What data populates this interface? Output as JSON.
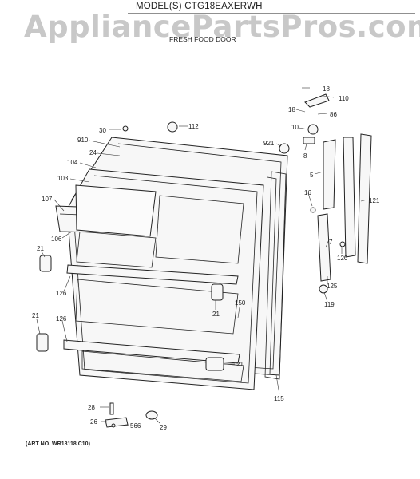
{
  "header": {
    "model_line": "MODEL(S) CTG18EAXERWH",
    "section": "FRESH FOOD DOOR",
    "watermark": "AppliancePartsPros.com"
  },
  "footer": {
    "art_no": "(ART NO. WR18118 C10)"
  },
  "callouts": {
    "c18a": "18",
    "c110": "110",
    "c18b": "18",
    "c86": "86",
    "c10": "10",
    "c30": "30",
    "c112": "112",
    "c921": "921",
    "c8": "8",
    "c910": "910",
    "c24": "24",
    "c104": "104",
    "c103": "103",
    "c5": "5",
    "c16": "16",
    "c107": "107",
    "c121": "121",
    "c7": "7",
    "c106": "106",
    "c21a": "21",
    "c120": "120",
    "c126a": "126",
    "c125": "125",
    "c119": "119",
    "c150": "150",
    "c21b": "21",
    "c21c": "21",
    "c126b": "126",
    "c21d": "21",
    "c115": "115",
    "c28": "28",
    "c26": "26",
    "c566": "566",
    "c29": "29"
  }
}
